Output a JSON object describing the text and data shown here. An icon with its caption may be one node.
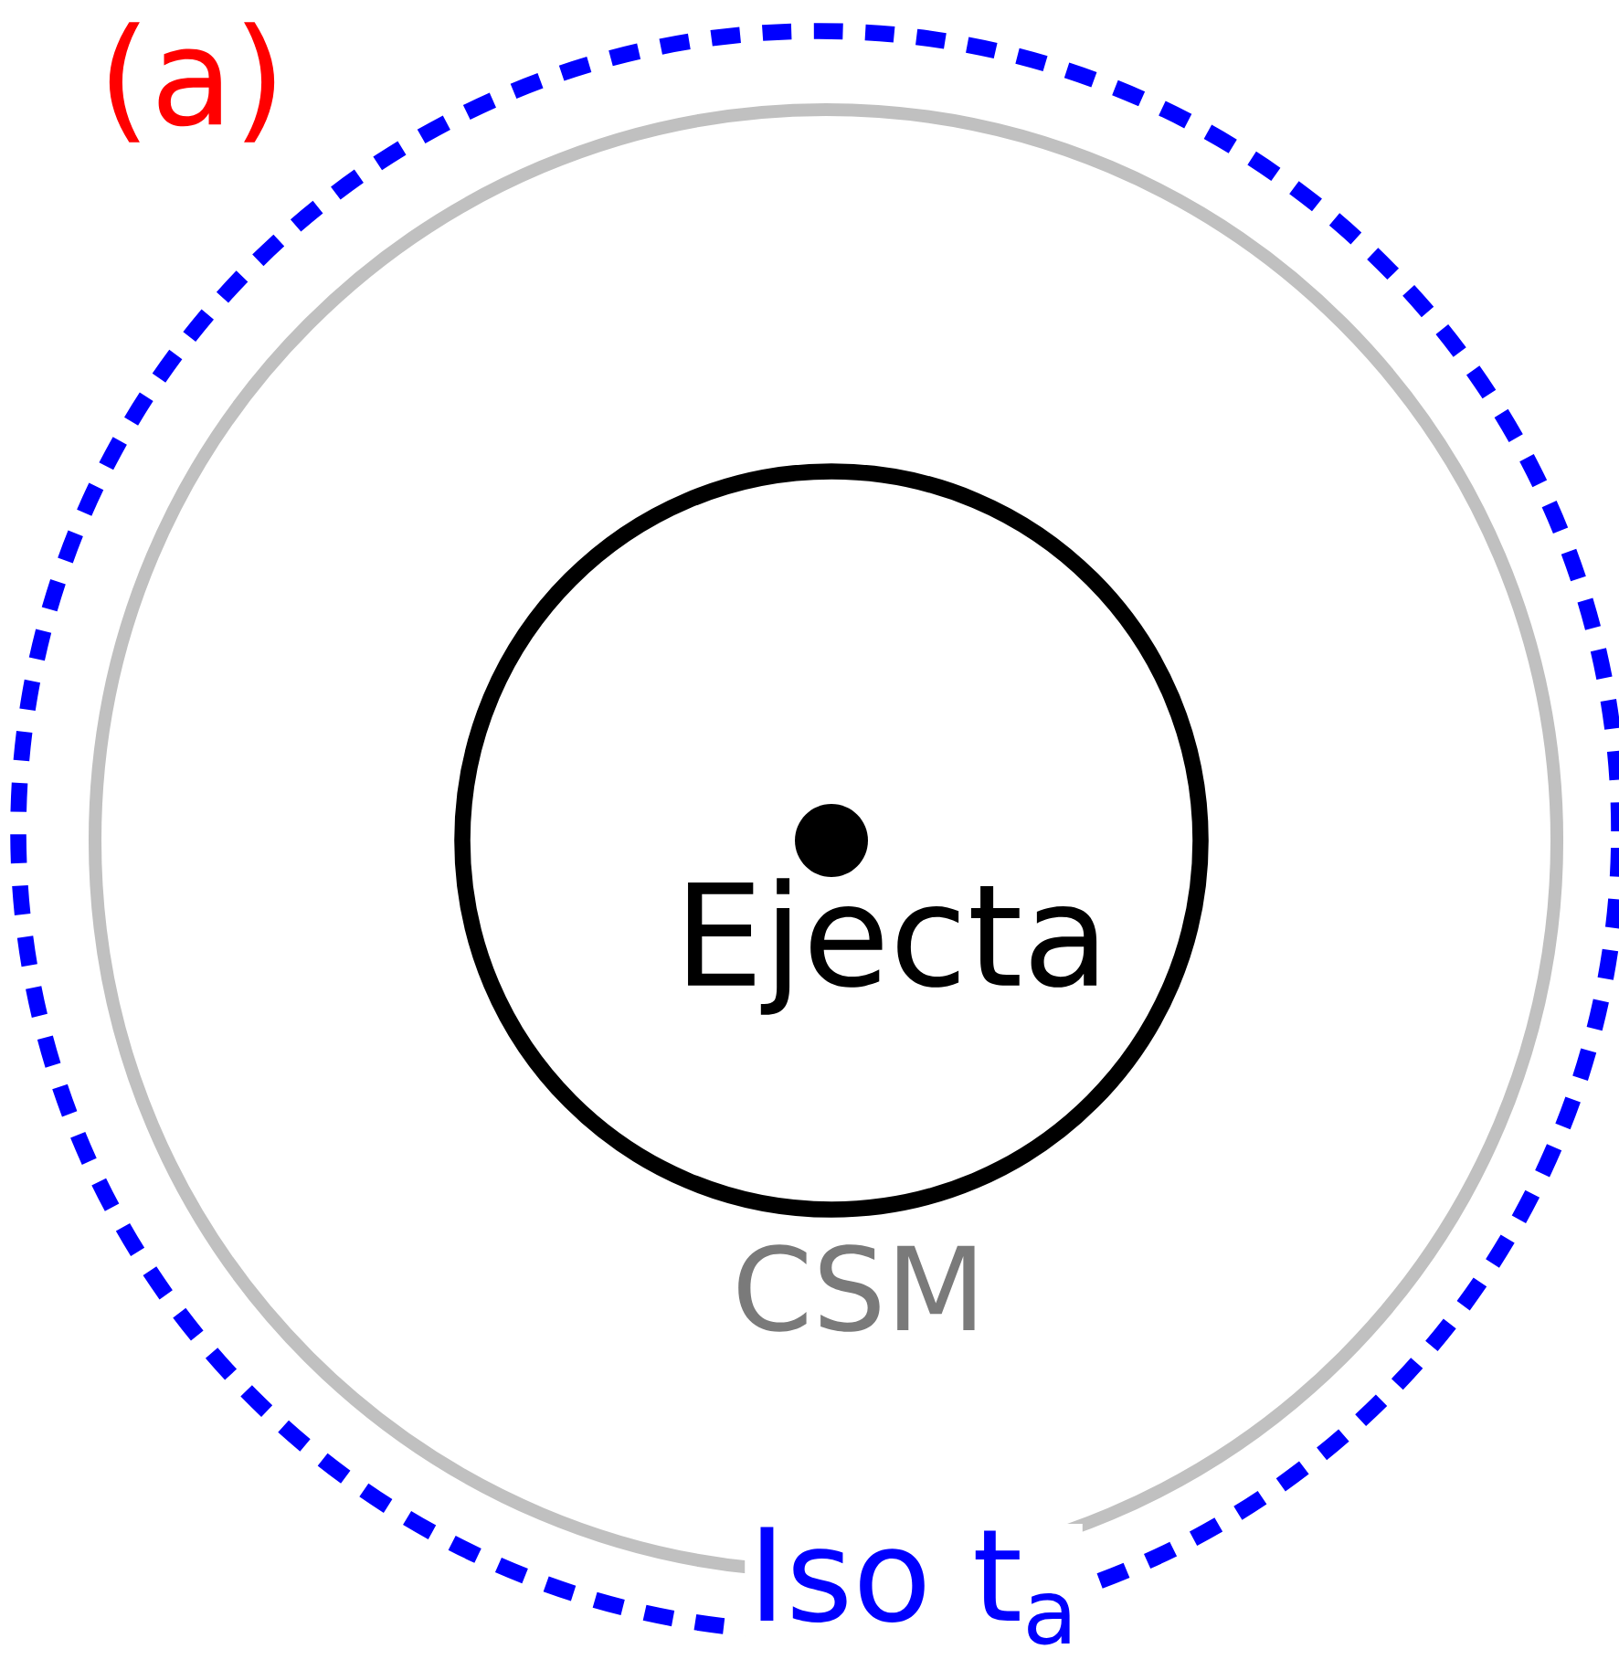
{
  "diagram": {
    "nodes": [
      {
        "text": [
          "Iso t$_{a}$"
        ]
      },
      {
        "text": [
          "CSM"
        ],
        "in": 0
      },
      {
        "text": [
          "Ejecta"
        ],
        "in": 1
      },
      {
        "text": [],
        "shape": "circle",
        "in": 2
      }
    ],
    "labels": [
      "(a)"
    ]
  }
}
